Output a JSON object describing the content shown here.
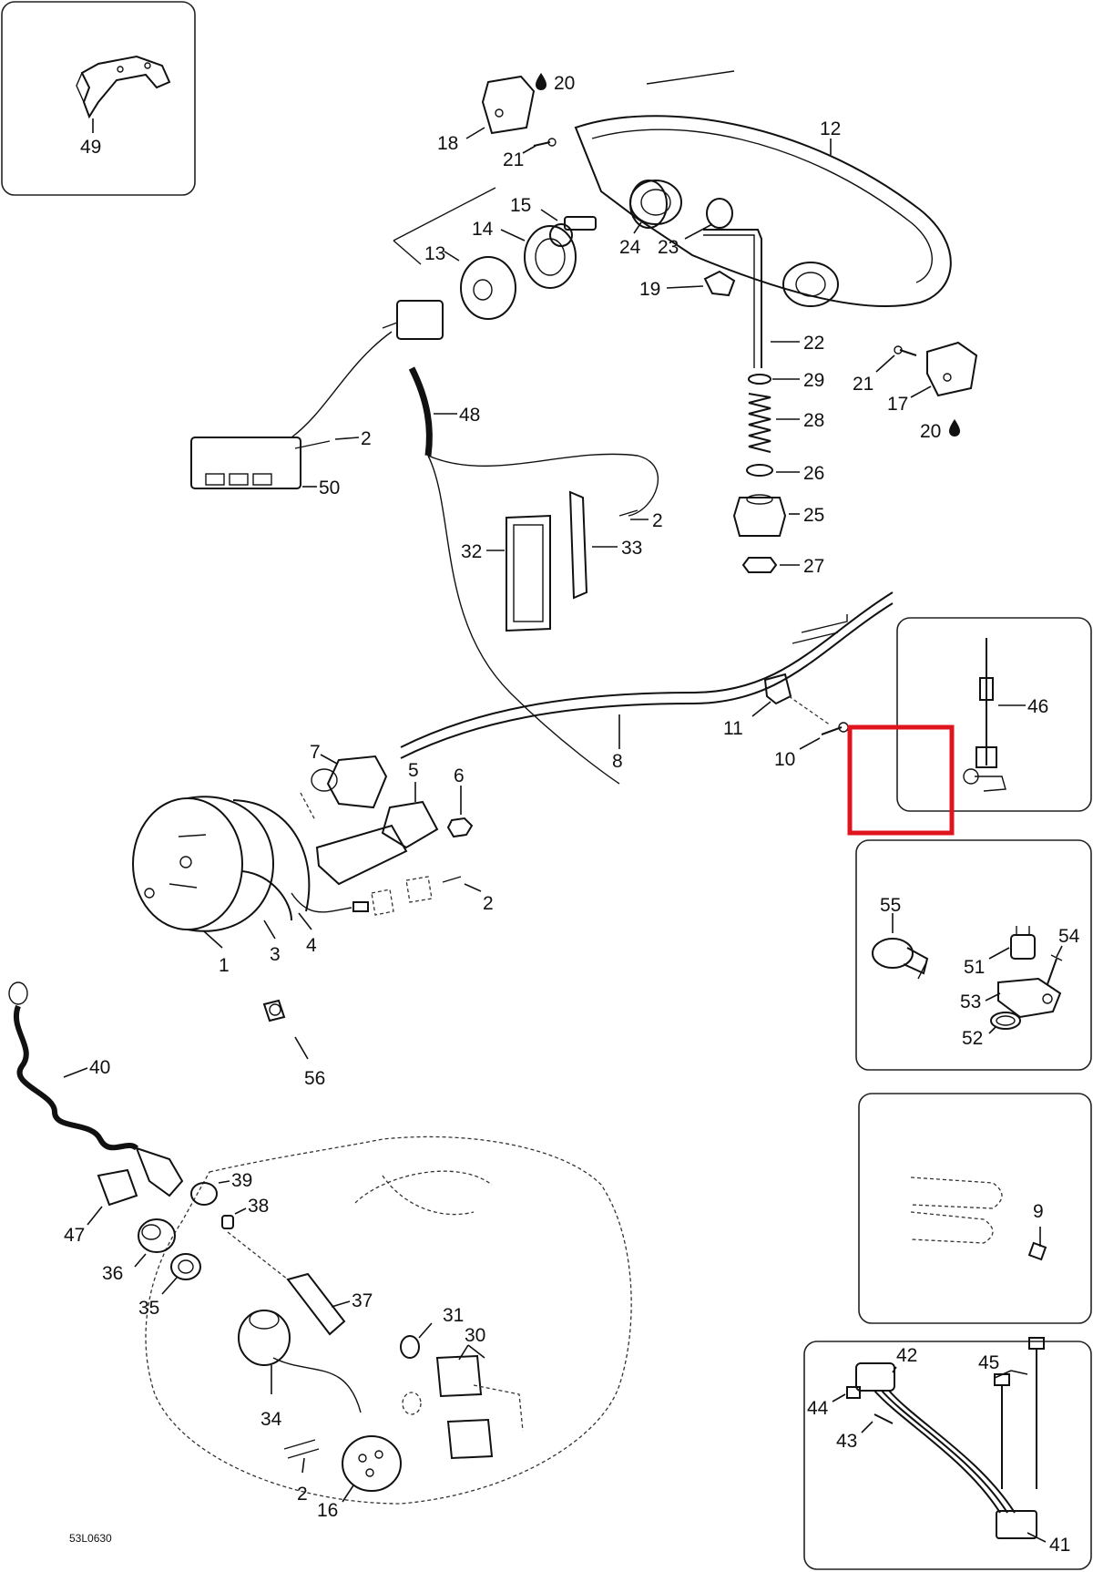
{
  "diagram_ref": "53L0630",
  "highlight_color": "#e0141e",
  "callouts": {
    "c1": "1",
    "c2a": "2",
    "c2b": "2",
    "c2c": "2",
    "c2d": "2",
    "c3": "3",
    "c4": "4",
    "c5": "5",
    "c6": "6",
    "c7": "7",
    "c8": "8",
    "c9": "9",
    "c10": "10",
    "c11": "11",
    "c12": "12",
    "c13": "13",
    "c14": "14",
    "c15": "15",
    "c16": "16",
    "c17": "17",
    "c18": "18",
    "c19": "19",
    "c20a": "20",
    "c20b": "20",
    "c21a": "21",
    "c21b": "21",
    "c22": "22",
    "c23": "23",
    "c24": "24",
    "c25": "25",
    "c26": "26",
    "c27": "27",
    "c28": "28",
    "c29": "29",
    "c30": "30",
    "c31": "31",
    "c32": "32",
    "c33": "33",
    "c34": "34",
    "c35": "35",
    "c36": "36",
    "c37": "37",
    "c38": "38",
    "c39": "39",
    "c40": "40",
    "c41": "41",
    "c42": "42",
    "c43": "43",
    "c44": "44",
    "c45": "45",
    "c46": "46",
    "c47": "47",
    "c48": "48",
    "c49": "49",
    "c50": "50",
    "c51": "51",
    "c52": "52",
    "c53": "53",
    "c54": "54",
    "c55": "55",
    "c56": "56"
  }
}
